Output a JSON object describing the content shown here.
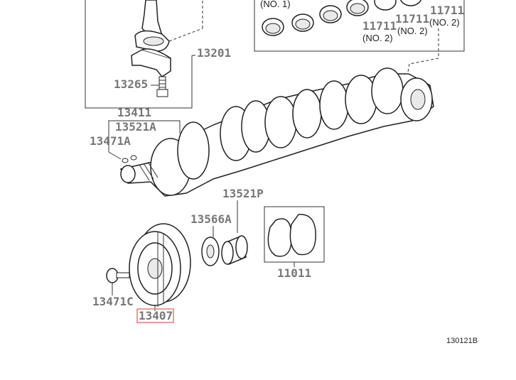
{
  "parts": {
    "p13201": "13201",
    "p13265": "13265",
    "p13411": "13411",
    "p13521a": "13521A",
    "p13471a": "13471A",
    "p13521p": "13521P",
    "p13566a": "13566A",
    "p11011": "11011",
    "p13471c": "13471C",
    "p13407": "13407",
    "p11711_right": "11711",
    "p11711_left": "11711"
  },
  "sublabels": {
    "no1": "(NO. 1)",
    "no2_right": "(NO. 2)",
    "no2_mid": "(NO. 2)",
    "no2_left": "(NO. 2)"
  },
  "reference": "130121B",
  "highlight": {
    "part": "13407",
    "color": "#e57b7b"
  }
}
